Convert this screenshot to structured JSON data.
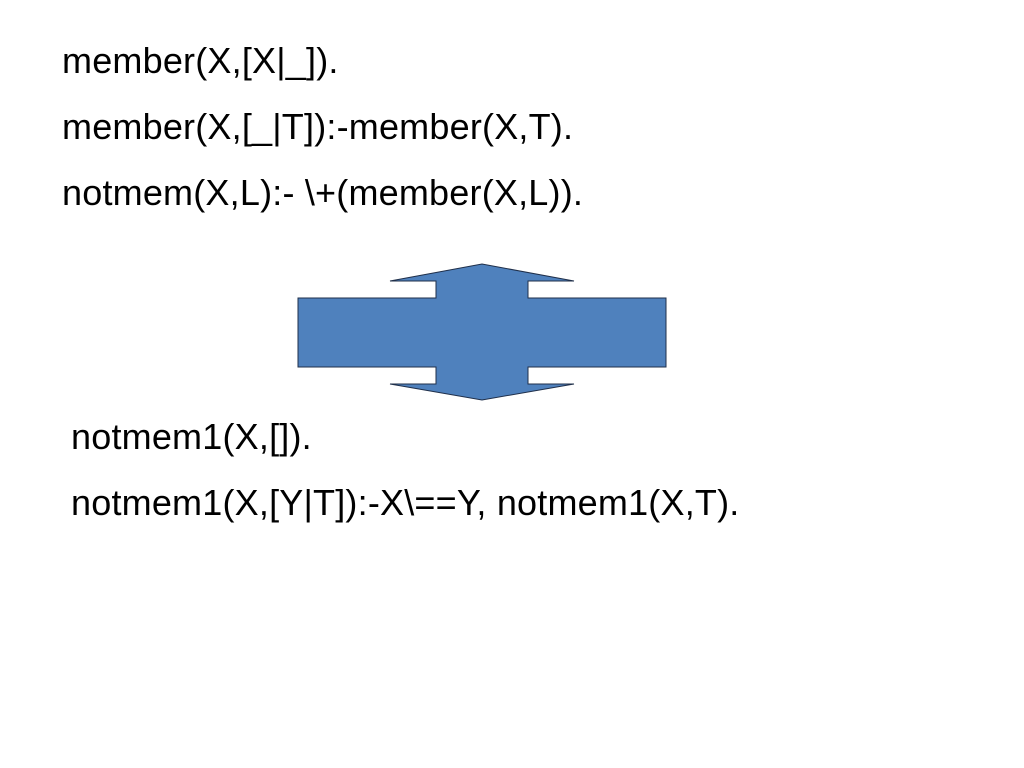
{
  "top_code": {
    "lines": [
      "member(X,[X|_]).",
      "member(X,[_|T]):-member(X,T).",
      "notmem(X,L):- \\+(member(X,L))."
    ]
  },
  "bottom_code": {
    "lines": [
      "notmem1(X,[]).",
      "notmem1(X,[Y|T]):-X\\==Y, notmem1(X,T)."
    ]
  },
  "arrow": {
    "icon": "up-down-arrow-icon",
    "fill": "#4f81bd",
    "stroke": "#1f2f4a"
  }
}
